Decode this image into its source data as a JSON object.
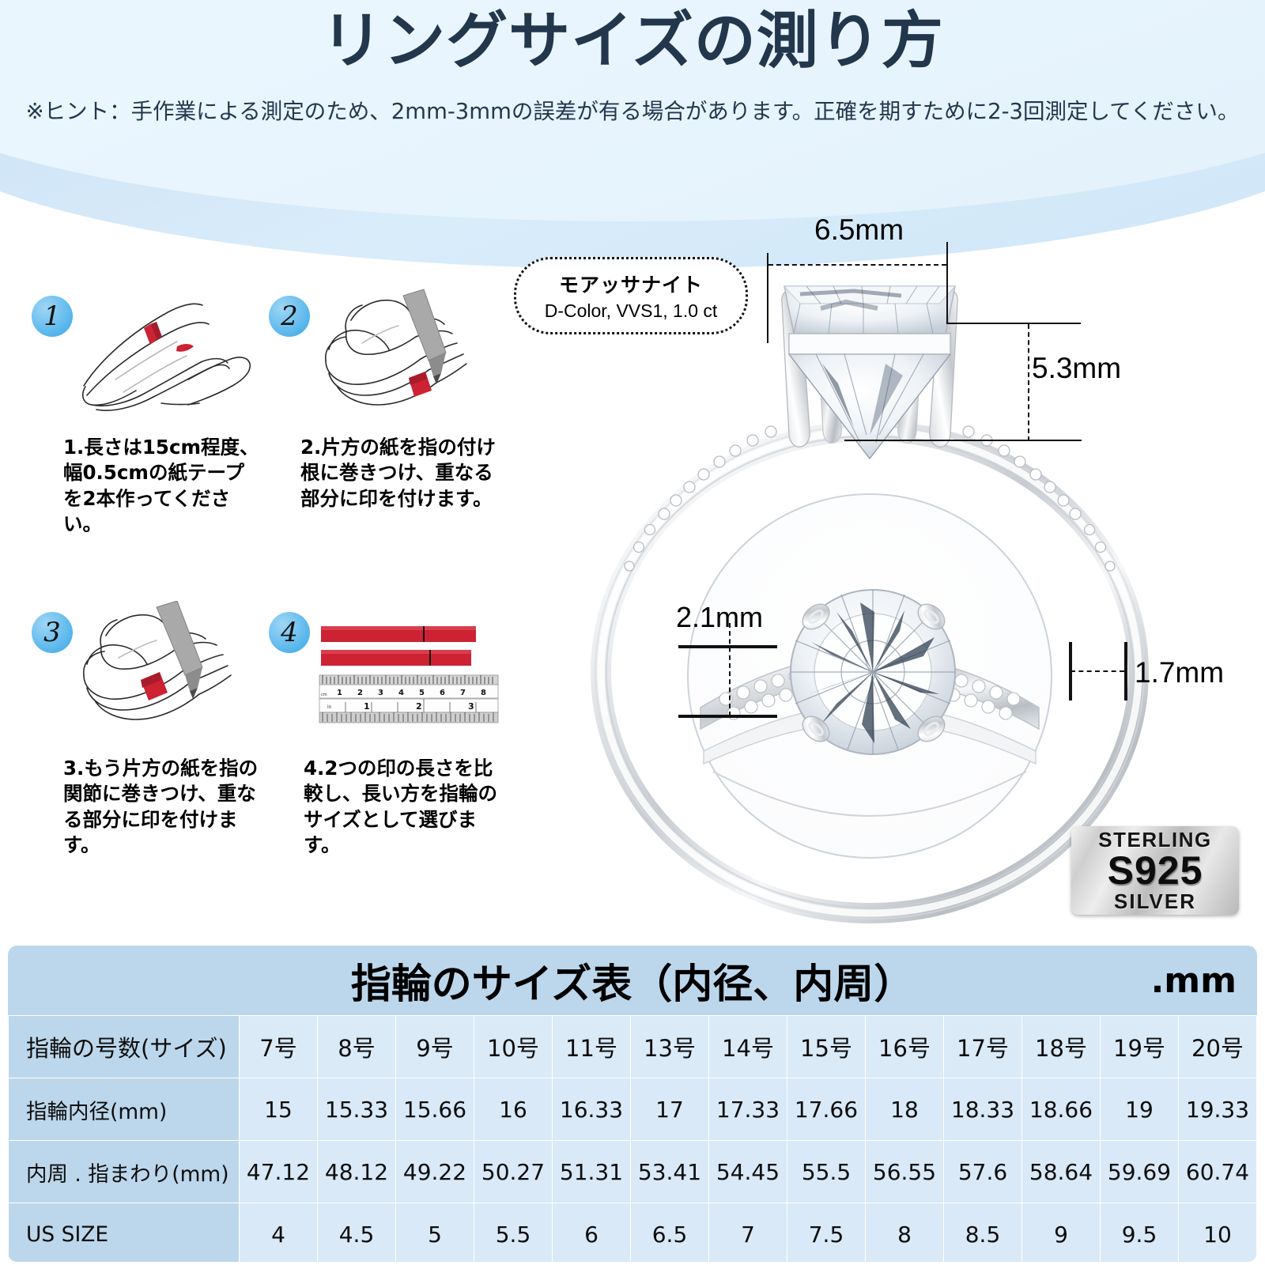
{
  "header": {
    "title": "リングサイズの測り方",
    "subtitle": "※ヒント：手作業による測定のため、2mm-3mmの誤差が有る場合があります。正確を期すために2-3回測定してください。"
  },
  "steps": [
    {
      "number": "1",
      "text": "1.長さは15cm程度、幅0.5cmの紙テープを2本作ってください。",
      "art": "hand-with-paper-tape-icon"
    },
    {
      "number": "2",
      "text": "2.片方の紙を指の付け根に巻きつけ、重なる部分に印を付けます。",
      "art": "hand-marking-base-icon"
    },
    {
      "number": "3",
      "text": "3.もう片方の紙を指の関節に巻きつけ、重なる部分に印を付けます。",
      "art": "hand-marking-knuckle-icon"
    },
    {
      "number": "4",
      "text": "4.2つの印の長さを比較し、長い方を指輪のサイズとして選びます。",
      "art": "ruler-compare-icon"
    }
  ],
  "ring": {
    "callout_line1": "モアッサナイト",
    "callout_line2": "D-Color, VVS1, 1.0 ct",
    "dim_stone_width": "6.5mm",
    "dim_stone_height": "5.3mm",
    "dim_band_top": "2.1mm",
    "dim_band_thickness": "1.7mm",
    "badge_top": "STERLING",
    "badge_mid": "S925",
    "badge_bottom": "SILVER"
  },
  "table": {
    "title": "指輪のサイズ表（内径、内周）",
    "unit": ".mm",
    "rows": [
      {
        "label": "指輪の号数(サイズ)",
        "values": [
          "7号",
          "8号",
          "9号",
          "10号",
          "11号",
          "13号",
          "14号",
          "15号",
          "16号",
          "17号",
          "18号",
          "19号",
          "20号"
        ]
      },
      {
        "label": "指輪内径(mm)",
        "values": [
          "15",
          "15.33",
          "15.66",
          "16",
          "16.33",
          "17",
          "17.33",
          "17.66",
          "18",
          "18.33",
          "18.66",
          "19",
          "19.33"
        ]
      },
      {
        "label": "内周 . 指まわり(mm)",
        "values": [
          "47.12",
          "48.12",
          "49.22",
          "50.27",
          "51.31",
          "53.41",
          "54.45",
          "55.5",
          "56.55",
          "57.6",
          "58.64",
          "59.69",
          "60.74"
        ]
      },
      {
        "label": "US SIZE",
        "values": [
          "4",
          "4.5",
          "5",
          "5.5",
          "6",
          "6.5",
          "7",
          "7.5",
          "8",
          "8.5",
          "9",
          "9.5",
          "10"
        ]
      }
    ]
  },
  "colors": {
    "header_blue": "#c9e0f4",
    "table_head_blue": "#bcd7ec",
    "table_cell_blue": "#d9e9f7",
    "title_navy": "#22364c",
    "badge_blue": "#39a6e6",
    "tape_red": "#cc2233"
  }
}
